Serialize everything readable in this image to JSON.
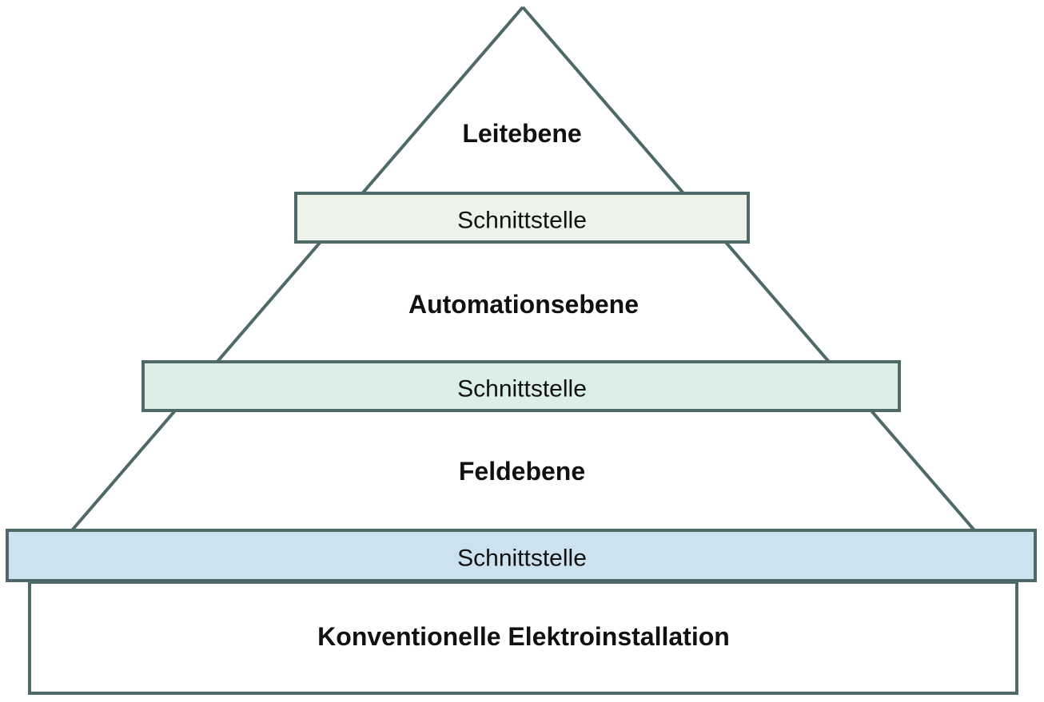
{
  "diagram": {
    "background": "#ffffff",
    "outline_color": "#4f6968",
    "text_color": "#111111",
    "pyramid_levels": [
      {
        "id": "leitebene",
        "label": "Leitebene"
      },
      {
        "id": "automationsebene",
        "label": "Automationsebene"
      },
      {
        "id": "feldebene",
        "label": "Feldebene"
      }
    ],
    "base_level": {
      "id": "konventionelle-elektroinstallation",
      "label": "Konventionelle Elektroinstallation",
      "fill": "#ffffff"
    },
    "interface_bars": [
      {
        "label": "Schnittstelle",
        "fill": "#eef3e9"
      },
      {
        "label": "Schnittstelle",
        "fill": "#dbeee8"
      },
      {
        "label": "Schnittstelle",
        "fill": "#cde2f0"
      }
    ]
  }
}
